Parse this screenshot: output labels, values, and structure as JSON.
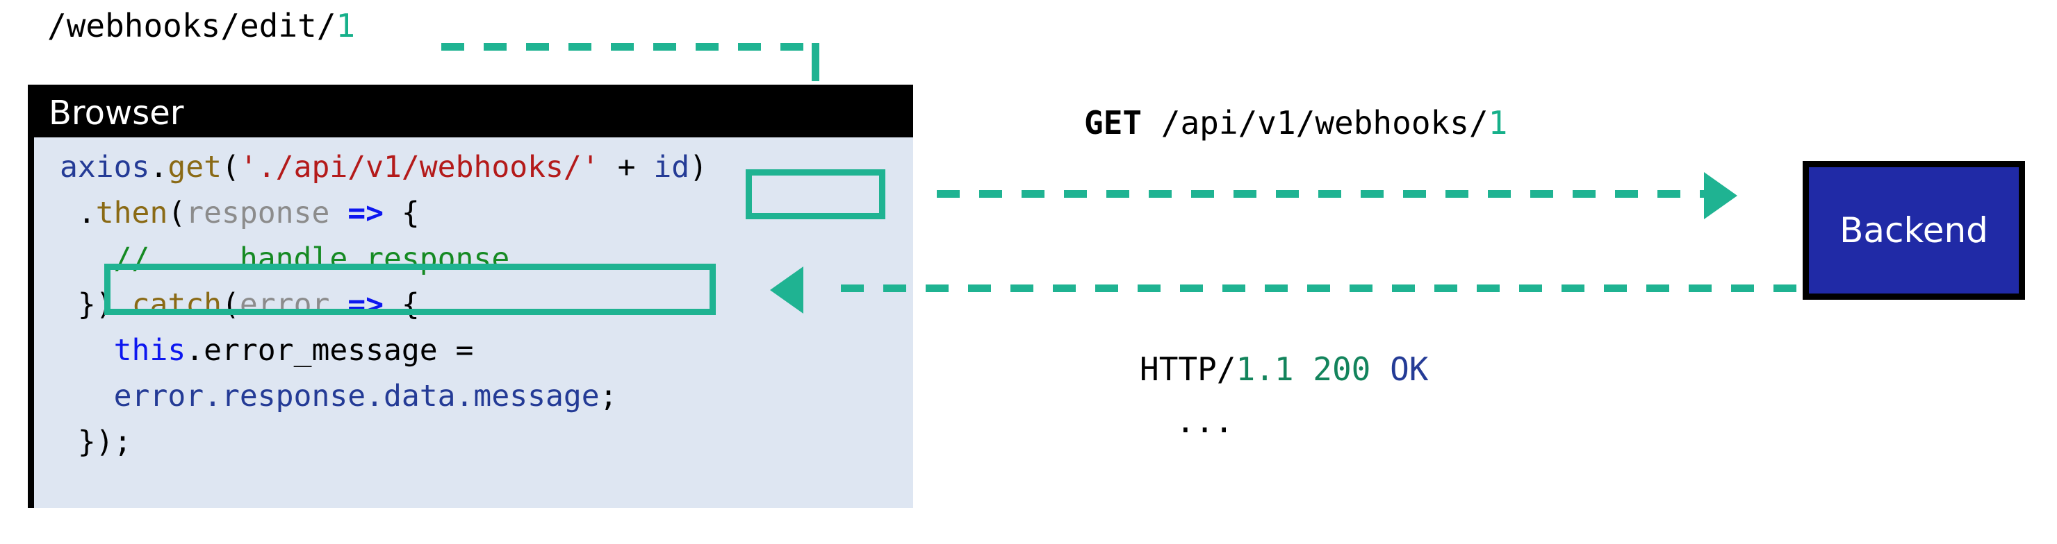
{
  "url_label": {
    "path": "/webhooks/edit/",
    "id": "1"
  },
  "browser": {
    "title": "Browser",
    "code_lines": [
      [
        {
          "t": "axios",
          "c": "c-obj"
        },
        {
          "t": ".",
          "c": "c-plain"
        },
        {
          "t": "get",
          "c": "c-fn"
        },
        {
          "t": "(",
          "c": "c-plain"
        },
        {
          "t": "'./api/v1/webhooks/'",
          "c": "c-str"
        },
        {
          "t": " ",
          "c": "c-plain"
        }
      ],
      [
        {
          "t": " .",
          "c": "c-plain"
        },
        {
          "t": "then",
          "c": "c-fn"
        },
        {
          "t": "(",
          "c": "c-plain"
        },
        {
          "t": "response",
          "c": "c-param"
        },
        {
          "t": " ",
          "c": "c-plain"
        },
        {
          "t": "=>",
          "c": "c-arrow"
        },
        {
          "t": " {",
          "c": "c-plain"
        }
      ],
      [
        {
          "t": "   ",
          "c": "c-plain"
        },
        {
          "t": "// ... handle response ...",
          "c": "c-comment"
        }
      ],
      [
        {
          "t": " }).",
          "c": "c-plain"
        },
        {
          "t": "catch",
          "c": "c-fn"
        },
        {
          "t": "(",
          "c": "c-plain"
        },
        {
          "t": "error",
          "c": "c-param"
        },
        {
          "t": " ",
          "c": "c-plain"
        },
        {
          "t": "=>",
          "c": "c-arrow"
        },
        {
          "t": " {",
          "c": "c-plain"
        }
      ],
      [
        {
          "t": "   ",
          "c": "c-plain"
        },
        {
          "t": "this",
          "c": "c-kw"
        },
        {
          "t": ".error_message =",
          "c": "c-plain"
        }
      ],
      [
        {
          "t": "   ",
          "c": "c-plain"
        },
        {
          "t": "error.response.data.message",
          "c": "c-prop"
        },
        {
          "t": ";",
          "c": "c-plain"
        }
      ],
      [
        {
          "t": " });",
          "c": "c-plain"
        }
      ]
    ],
    "highlight_id": {
      "plus": "+ ",
      "id": "id",
      "close": ")"
    }
  },
  "request": {
    "method": "GET",
    "space": " ",
    "path": "/api/v1/webhooks/",
    "id": "1"
  },
  "response": {
    "proto": "HTTP/",
    "version": "1.1 200",
    "space": " ",
    "status": "OK",
    "ellipsis": "..."
  },
  "backend": {
    "label": "Backend"
  },
  "colors": {
    "accent_teal": "#1FB392",
    "backend_fill": "#202AA6",
    "code_bg": "#DEE6F2",
    "titlebar": "#000000"
  }
}
